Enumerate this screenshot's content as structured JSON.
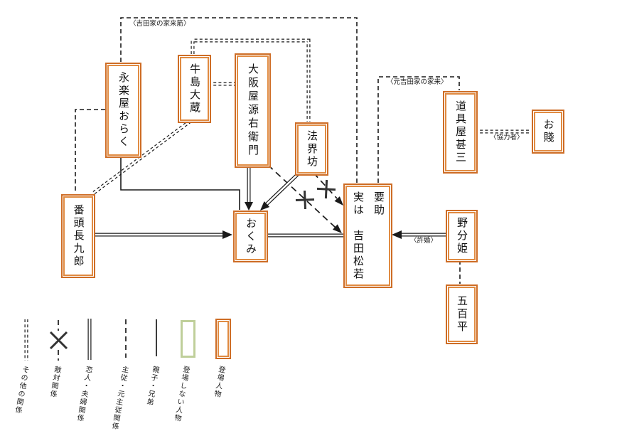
{
  "characters": [
    {
      "id": "eirakuya-oraku",
      "label": "永楽屋おらく"
    },
    {
      "id": "ushijima-daizo",
      "label": "牛島大蔵"
    },
    {
      "id": "osakaya-genemon",
      "label": "大阪屋源右衛門"
    },
    {
      "id": "hokaibo",
      "label": "法界坊"
    },
    {
      "id": "okumi",
      "label": "おくみ"
    },
    {
      "id": "yosuke-yoshida-matsuwaka",
      "alias": "要助",
      "real": "実は　吉田松若"
    },
    {
      "id": "banto-chokuro",
      "label": "番頭長九郎"
    },
    {
      "id": "doguya-jinza",
      "label": "道具屋甚三"
    },
    {
      "id": "oshizu",
      "label": "お賤"
    },
    {
      "id": "nowakihime",
      "label": "野分姫"
    },
    {
      "id": "ihyohei",
      "label": "五百平"
    }
  ],
  "annotations": {
    "retainer_line": "〈吉田家の家来筋〉",
    "former_retainer": "〈元吉田家の家来〉",
    "collaborator": "〈協力者〉",
    "fiancee": "〈許婚〉"
  },
  "legend": {
    "items": [
      {
        "symbol": "double-dashed-line",
        "label": "その他の関係"
      },
      {
        "symbol": "dashed-line-with-cross",
        "label": "敵対関係"
      },
      {
        "symbol": "double-solid-line",
        "label": "恋人・夫婦関係"
      },
      {
        "symbol": "dashed-line",
        "label": "主従・元主従関係"
      },
      {
        "symbol": "solid-line",
        "label": "親子・兄弟"
      },
      {
        "symbol": "green-box",
        "label": "登場しない人物"
      },
      {
        "symbol": "orange-box",
        "label": "登場人物"
      }
    ]
  },
  "relationships": [
    {
      "from": "永楽屋おらく",
      "to": "要助 実は吉田松若",
      "type": "主従・元主従関係",
      "label": "吉田家の家来筋"
    },
    {
      "from": "永楽屋おらく",
      "to": "番頭長九郎",
      "type": "主従・元主従関係"
    },
    {
      "from": "永楽屋おらく",
      "to": "おくみ",
      "type": "親子・兄弟"
    },
    {
      "from": "牛島大蔵",
      "to": "法界坊",
      "type": "その他の関係"
    },
    {
      "from": "牛島大蔵",
      "to": "大阪屋源右衛門",
      "type": "その他の関係"
    },
    {
      "from": "牛島大蔵",
      "to": "番頭長九郎",
      "type": "その他の関係"
    },
    {
      "from": "大阪屋源右衛門",
      "to": "おくみ",
      "type": "恋人・夫婦関係",
      "arrow": true
    },
    {
      "from": "法界坊",
      "to": "おくみ",
      "type": "恋人・夫婦関係",
      "arrow": true
    },
    {
      "from": "大阪屋源右衛門",
      "to": "要助 実は吉田松若",
      "type": "敵対関係",
      "arrow": true
    },
    {
      "from": "法界坊",
      "to": "要助 実は吉田松若",
      "type": "敵対関係",
      "arrow": true
    },
    {
      "from": "番頭長九郎",
      "to": "おくみ",
      "type": "恋人・夫婦関係",
      "arrow": true
    },
    {
      "from": "おくみ",
      "to": "要助 実は吉田松若",
      "type": "恋人・夫婦関係"
    },
    {
      "from": "野分姫",
      "to": "要助 実は吉田松若",
      "type": "恋人・夫婦関係",
      "arrow": true,
      "label": "許婚"
    },
    {
      "from": "要助 実は吉田松若",
      "to": "道具屋甚三",
      "type": "主従・元主従関係",
      "label": "元吉田家の家来"
    },
    {
      "from": "道具屋甚三",
      "to": "お賤",
      "type": "その他の関係",
      "label": "協力者"
    },
    {
      "from": "野分姫",
      "to": "五百平",
      "type": "主従・元主従関係"
    }
  ],
  "colors": {
    "character_box_border": "#CE6D26",
    "character_box_inner": "#E08B42",
    "non_appearing_box_border": "#BFCF9A",
    "line": "#1a1a1a"
  }
}
